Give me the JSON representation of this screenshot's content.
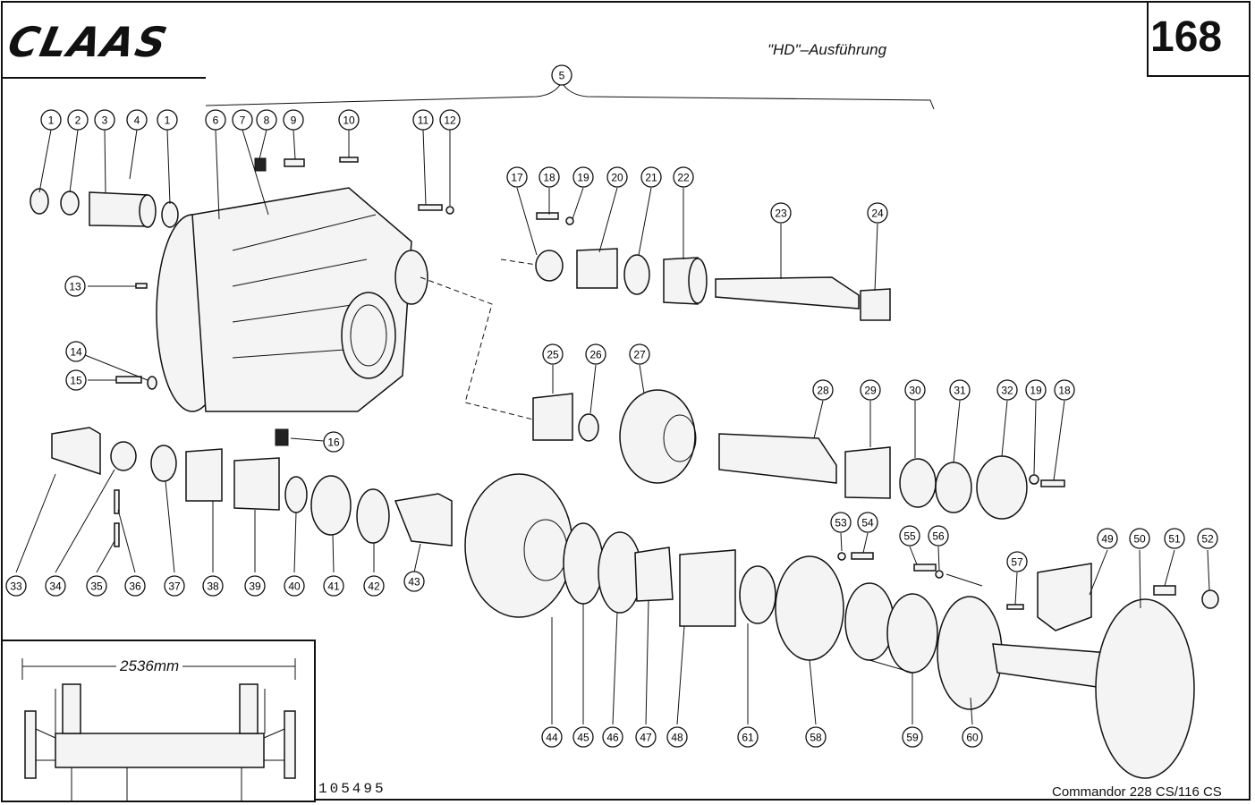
{
  "header": {
    "brand": "CLAAS",
    "subtitle": "\"HD\"–Ausführung",
    "page_number": "168"
  },
  "footer": {
    "doc_number": "105495",
    "model": "Commandor 228 CS/116 CS"
  },
  "inset": {
    "dimension": "2536mm"
  },
  "callouts": [
    "1",
    "2",
    "3",
    "4",
    "1",
    "6",
    "7",
    "8",
    "9",
    "10",
    "11",
    "12",
    "5",
    "13",
    "14",
    "15",
    "16",
    "17",
    "18",
    "19",
    "20",
    "21",
    "22",
    "23",
    "24",
    "25",
    "26",
    "27",
    "28",
    "29",
    "30",
    "31",
    "32",
    "19",
    "18",
    "33",
    "34",
    "35",
    "36",
    "37",
    "38",
    "39",
    "40",
    "41",
    "42",
    "43",
    "44",
    "45",
    "46",
    "47",
    "48",
    "61",
    "58",
    "53",
    "54",
    "55",
    "56",
    "57",
    "59",
    "60",
    "49",
    "50",
    "51",
    "52"
  ]
}
